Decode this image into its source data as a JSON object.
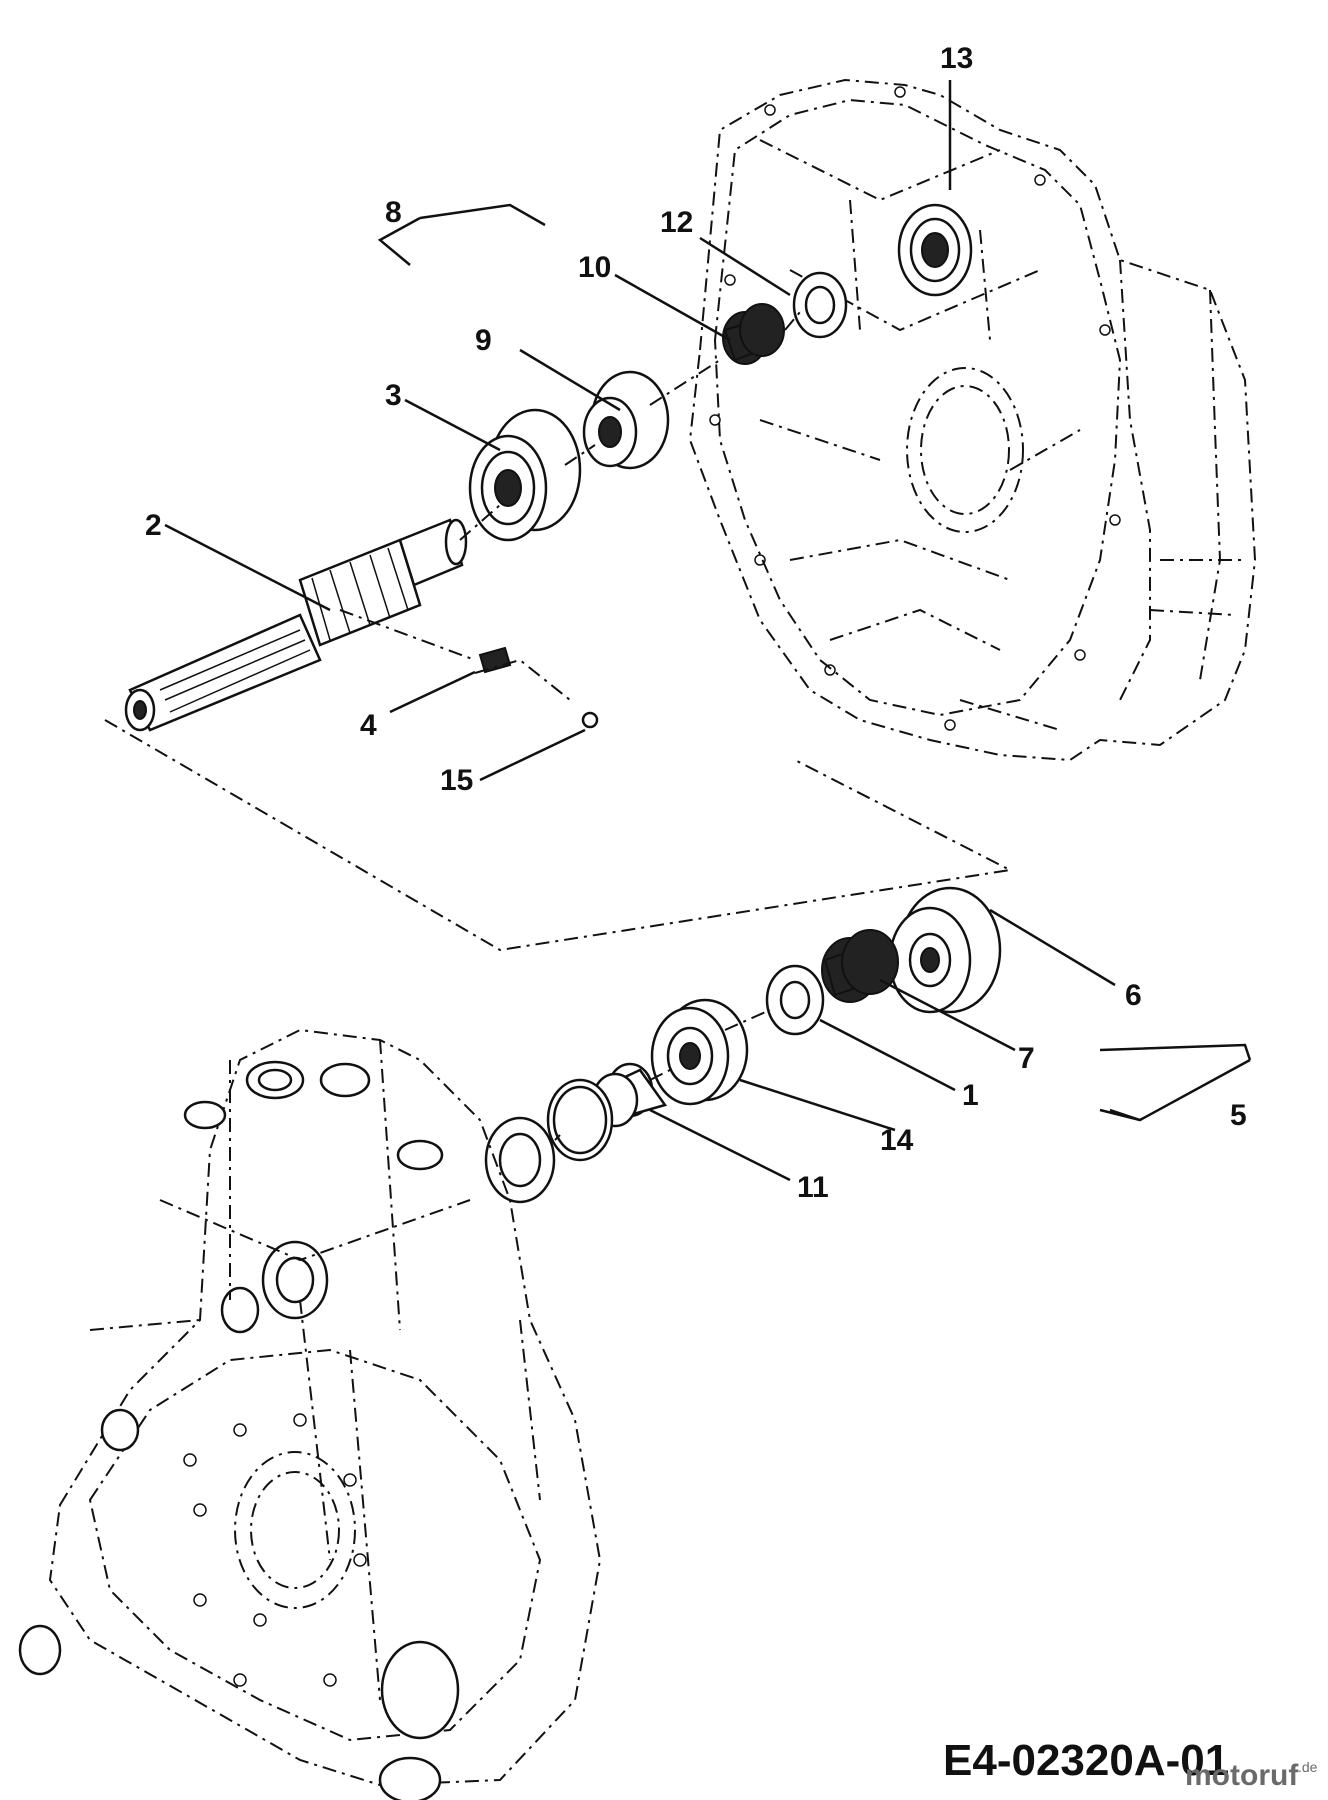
{
  "diagram": {
    "callouts": [
      {
        "id": "c13",
        "text": "13"
      },
      {
        "id": "c8",
        "text": "8"
      },
      {
        "id": "c12",
        "text": "12"
      },
      {
        "id": "c10",
        "text": "10"
      },
      {
        "id": "c9",
        "text": "9"
      },
      {
        "id": "c3",
        "text": "3"
      },
      {
        "id": "c2",
        "text": "2"
      },
      {
        "id": "c4",
        "text": "4"
      },
      {
        "id": "c15",
        "text": "15"
      },
      {
        "id": "c6",
        "text": "6"
      },
      {
        "id": "c7",
        "text": "7"
      },
      {
        "id": "c1",
        "text": "1"
      },
      {
        "id": "c14",
        "text": "14"
      },
      {
        "id": "c5",
        "text": "5"
      },
      {
        "id": "c11",
        "text": "11"
      }
    ],
    "drawing_code": "E4-02320A-01",
    "watermark": {
      "main": "motoruf",
      "suffix": ".de"
    }
  }
}
